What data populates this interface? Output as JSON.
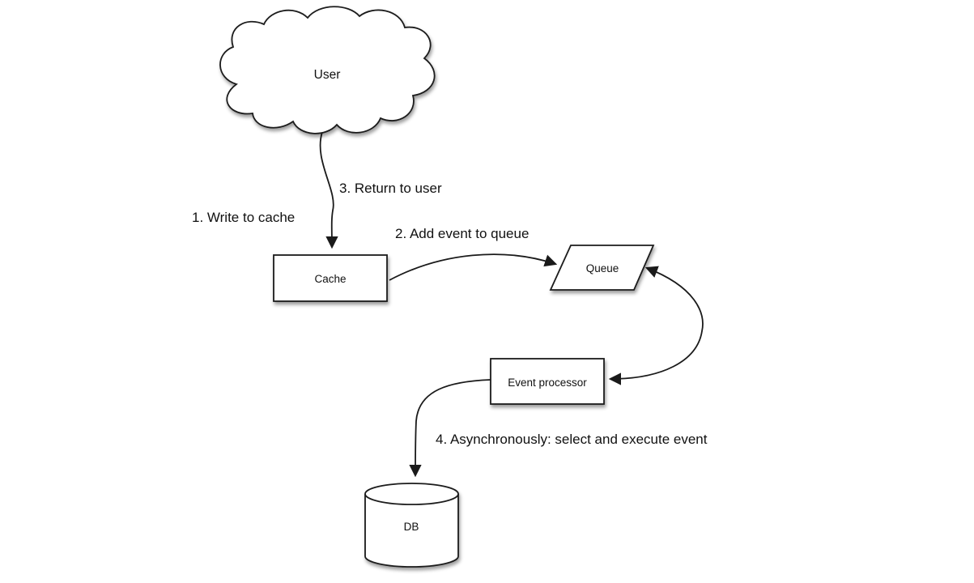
{
  "diagram": {
    "type": "flow-diagram",
    "background": "#ffffff",
    "stroke_color": "#1a1a1a",
    "shape_fill": "#ffffff",
    "text_color": "#111111",
    "nodes": {
      "user": {
        "label": "User",
        "shape": "cloud"
      },
      "cache": {
        "label": "Cache",
        "shape": "rectangle"
      },
      "queue": {
        "label": "Queue",
        "shape": "parallelogram"
      },
      "event_processor": {
        "label": "Event processor",
        "shape": "rectangle"
      },
      "db": {
        "label": "DB",
        "shape": "cylinder"
      }
    },
    "edges": [
      {
        "label": "1. Write to cache",
        "from": "user",
        "to": "cache"
      },
      {
        "label": "2. Add event to queue",
        "from": "cache",
        "to": "queue"
      },
      {
        "label": "3. Return to user",
        "from": "cache",
        "to": "user"
      },
      {
        "label": "4. Asynchronously: select and execute event",
        "from": "event_processor",
        "to": "db"
      },
      {
        "label": "",
        "from": "queue",
        "to": "event_processor",
        "bidirectional": true
      }
    ]
  }
}
